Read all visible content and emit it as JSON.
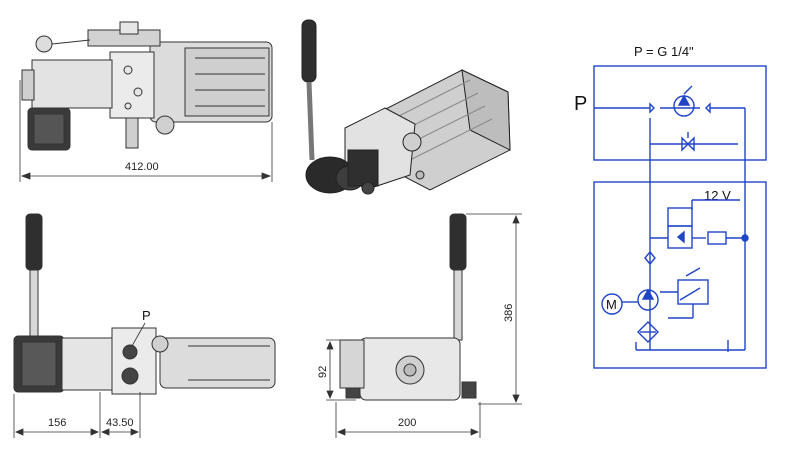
{
  "drawing": {
    "top_view": {
      "dim_length": "412.00"
    },
    "front_view": {
      "dim_left": "156",
      "dim_port": "43.50",
      "port_label": "P"
    },
    "side_view": {
      "dim_height": "386",
      "dim_body_height": "92",
      "dim_width": "200"
    }
  },
  "schematic": {
    "thread_label": "P = G 1/4\"",
    "port_label": "P",
    "voltage_label": "12 V",
    "motor_label": "M",
    "line_color": "#1f44c8"
  },
  "colors": {
    "line": "#333333",
    "metal_dark": "#3a3a3a",
    "metal_light": "#d9d9d9"
  }
}
